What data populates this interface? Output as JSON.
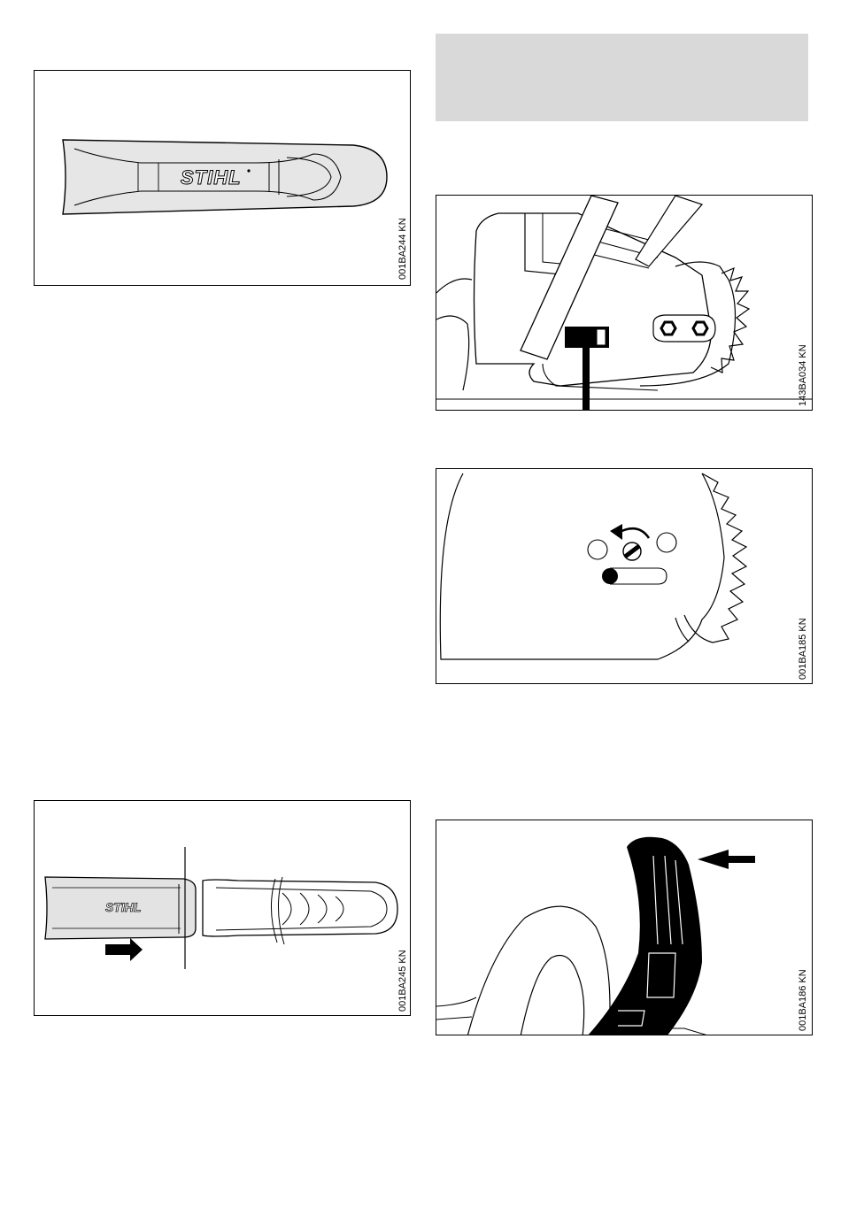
{
  "figures": [
    {
      "id": "fig1",
      "code": "001BA244 KN",
      "brand": "STIHL"
    },
    {
      "id": "fig2",
      "code": "001BA245 KN",
      "brand": "STIHL"
    },
    {
      "id": "fig3",
      "code": "143BA034 KN"
    },
    {
      "id": "fig4",
      "code": "001BA185 KN"
    },
    {
      "id": "fig5",
      "code": "001BA186 KN"
    }
  ]
}
